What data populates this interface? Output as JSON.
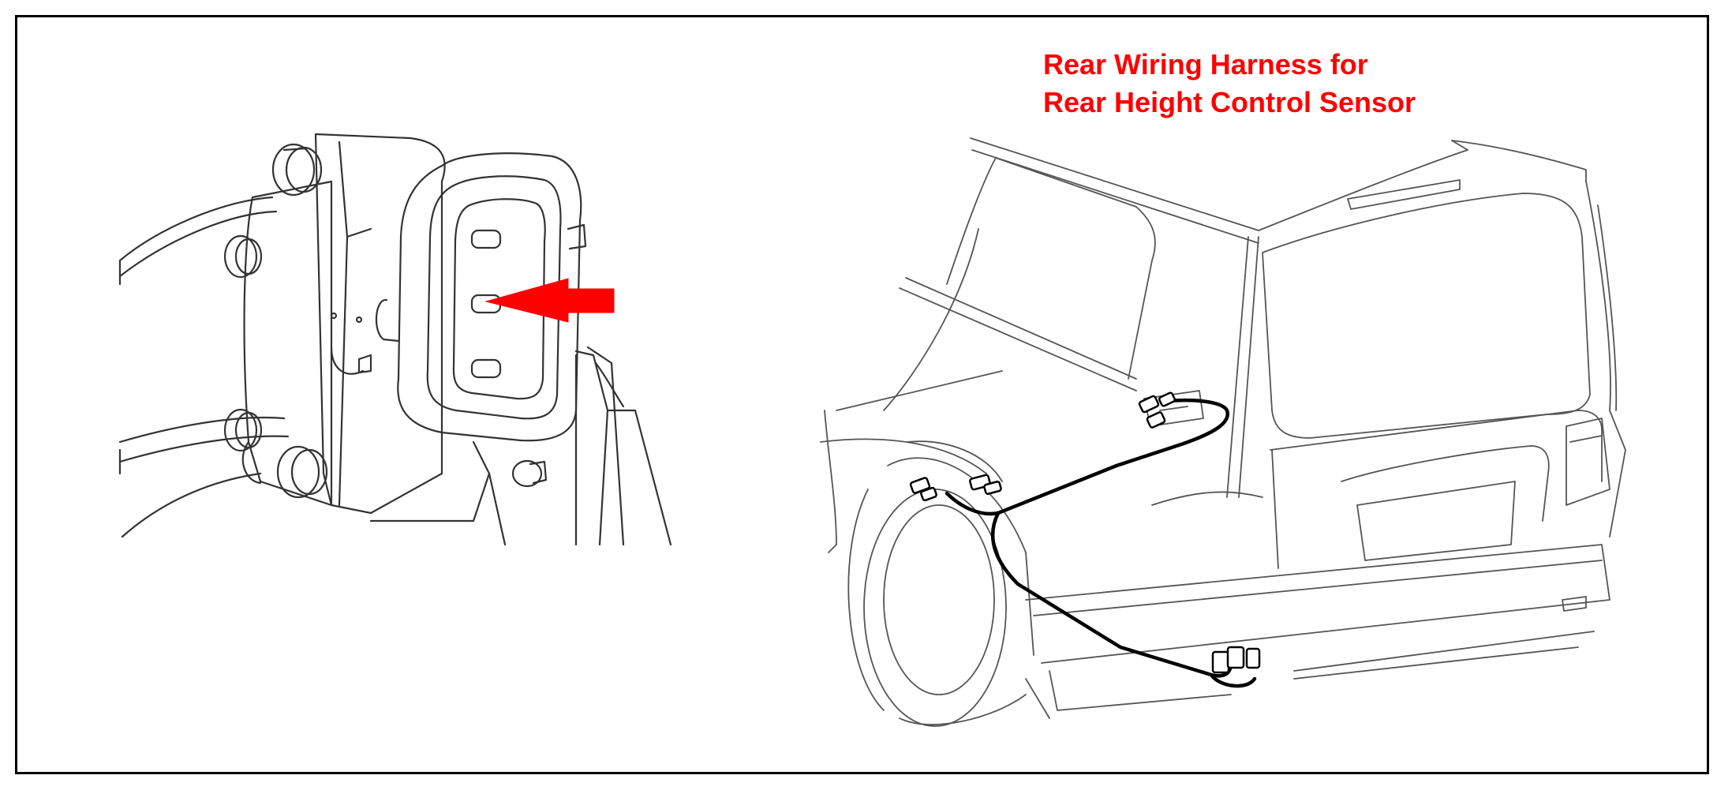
{
  "caption": {
    "line1": "Rear Wiring Harness for",
    "line2": "Rear Height Control Sensor",
    "color": "#ff0000"
  },
  "figures": {
    "left": {
      "subject": "height-control-sensor-connector"
    },
    "right": {
      "subject": "vehicle-rear-with-wiring-harness"
    }
  },
  "icons": {
    "pointer": "arrow-left-icon",
    "pointer_color": "#ff0000"
  },
  "colors": {
    "line_art": "#444444",
    "harness": "#000000",
    "frame": "#000000"
  }
}
